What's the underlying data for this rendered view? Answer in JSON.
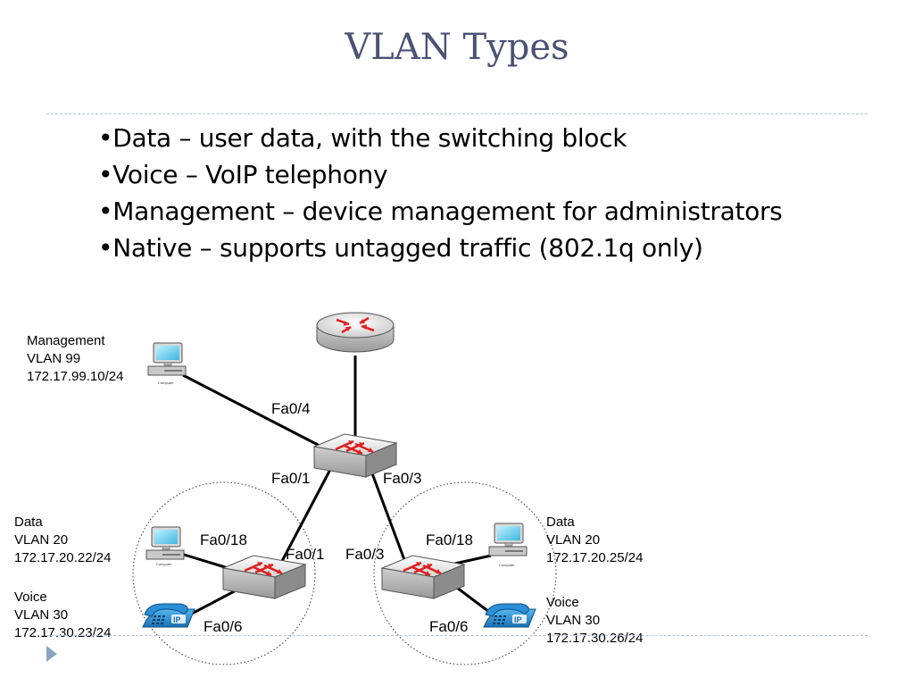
{
  "title": "VLAN Types",
  "bullets": [
    "•Data – user data, with the switching block",
    "•Voice – VoIP telephony",
    "•Management – device management for administrators",
    "•Native – supports untagged traffic (802.1q only)"
  ],
  "labels": {
    "mgmt": [
      "Management",
      "VLAN 99",
      "172.17.99.10/24"
    ],
    "left_data": [
      "Data",
      "VLAN 20",
      "172.17.20.22/24"
    ],
    "left_voice": [
      "Voice",
      "VLAN 30",
      "172.17.30.23/24"
    ],
    "right_data": [
      "Data",
      "VLAN 20",
      "172.17.20.25/24"
    ],
    "right_voice": [
      "Voice",
      "VLAN 30",
      "172.17.30.26/24"
    ]
  },
  "ports": {
    "core_to_mgmt": "Fa0/4",
    "core_to_left": "Fa0/1",
    "core_to_right": "Fa0/3",
    "left_to_core": "Fa0/1",
    "right_to_core": "Fa0/3",
    "left_pc": "Fa0/18",
    "right_pc": "Fa0/18",
    "left_phone": "Fa0/6",
    "right_phone": "Fa0/6"
  },
  "device_captions": {
    "pc": "Computer",
    "phone_badge": "IP"
  },
  "colors": {
    "title": "#4a5275",
    "rule": "#b9c4d4",
    "switch_arrows": "#e02020",
    "phone": "#2a8fd6",
    "accent_arrow": "#8aa6c4"
  }
}
